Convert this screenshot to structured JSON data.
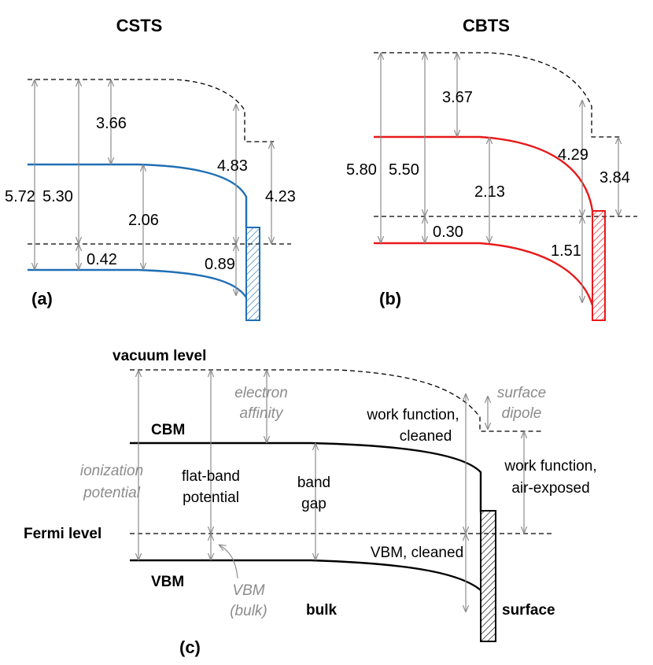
{
  "colors": {
    "cst": "#1f6fb5",
    "cbt": "#e8191b",
    "generic": "#000000",
    "arrow": "#8c8c8c",
    "gray_label": "#8c8c8c"
  },
  "panel_a": {
    "title": "CSTS",
    "letter": "(a)",
    "values": {
      "ionization": "5.72",
      "flatband": "5.30",
      "affinity": "3.66",
      "gap": "2.06",
      "vbm_bulk": "0.42",
      "wf_clean": "4.83",
      "vbm_clean": "0.89",
      "wf_air": "4.23"
    }
  },
  "panel_b": {
    "title": "CBTS",
    "letter": "(b)",
    "values": {
      "ionization": "5.80",
      "flatband": "5.50",
      "affinity": "3.67",
      "gap": "2.13",
      "vbm_bulk": "0.30",
      "wf_clean": "4.29",
      "vbm_clean": "1.51",
      "wf_air": "3.84"
    }
  },
  "panel_c": {
    "letter": "(c)",
    "vacuum_level": "vacuum level",
    "cbm": "CBM",
    "fermi_level": "Fermi level",
    "vbm": "VBM",
    "electron_affinity": [
      "electron",
      "affinity"
    ],
    "ionization_potential": [
      "ionization",
      "potential"
    ],
    "flat_band_potential": [
      "flat-band",
      "potential"
    ],
    "band_gap": [
      "band",
      "gap"
    ],
    "vbm_bulk": [
      "VBM",
      "(bulk)"
    ],
    "bulk": "bulk",
    "surface": "surface",
    "work_function_cleaned": [
      "work function,",
      "cleaned"
    ],
    "work_function_air": [
      "work function,",
      "air-exposed"
    ],
    "surface_dipole": [
      "surface",
      "dipole"
    ],
    "vbm_cleaned": "VBM, cleaned"
  }
}
